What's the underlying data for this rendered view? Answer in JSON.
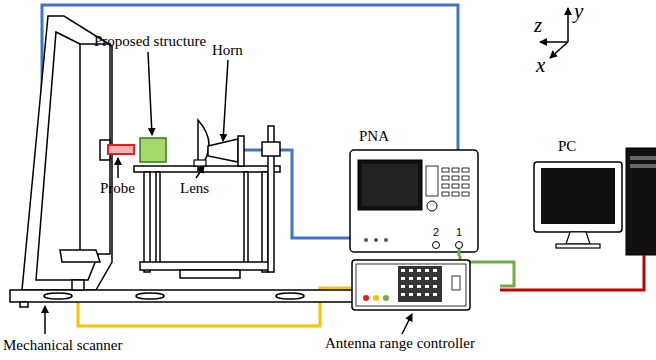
{
  "diagram": {
    "nodes": [
      {
        "text": [
          "PNA"
        ]
      },
      {
        "text": [
          "PC"
        ]
      },
      {
        "text": [
          "Antenna range controller"
        ]
      }
    ],
    "edges": [
      {
        "from": 0,
        "to": 2,
        "arrow": "none"
      },
      {
        "from": 2,
        "to": 1,
        "arrow": "none"
      }
    ],
    "labels": [
      "Proposed structure",
      "Horn",
      "z",
      "y",
      "x",
      "Probe",
      "Lens",
      "2",
      "1",
      "Mechanical scanner"
    ]
  }
}
